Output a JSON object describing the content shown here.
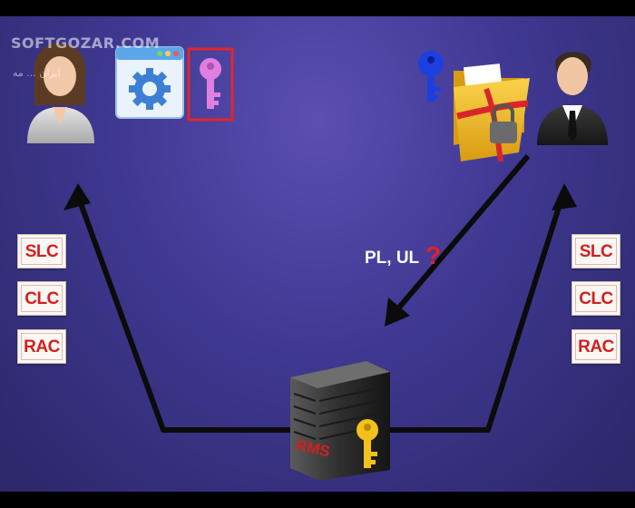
{
  "watermark": {
    "text": "SOFTGOZAR.COM",
    "subtext": "ایران ... مه"
  },
  "left_certificates": [
    "SLC",
    "CLC",
    "RAC"
  ],
  "right_certificates": [
    "SLC",
    "CLC",
    "RAC"
  ],
  "server": {
    "label": "RMS"
  },
  "transfer_label": {
    "text": "PL, UL",
    "mark": "?"
  },
  "colors": {
    "background": "#3f3891",
    "arrow": "#0b0b0b",
    "cert_text": "#d2201f",
    "key_pink": "#e07fe0",
    "key_blue": "#1d3fe0",
    "key_gold": "#f2c21a",
    "question_mark": "#e52025"
  },
  "icons": [
    "female-user-icon",
    "settings-window-icon",
    "pink-key-icon",
    "blue-key-icon",
    "locked-folder-icon",
    "male-user-icon",
    "server-icon",
    "gold-key-icon"
  ]
}
